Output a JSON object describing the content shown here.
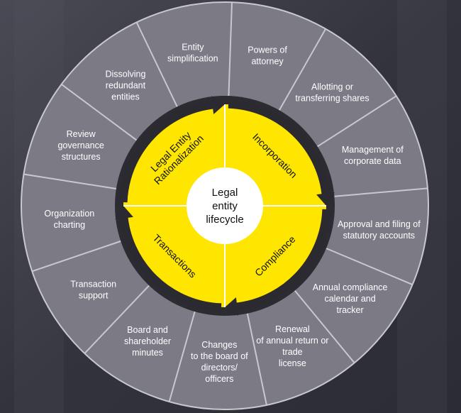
{
  "diagram": {
    "center_label": [
      "Legal",
      "entity",
      "lifecycle"
    ],
    "phases": [
      {
        "label": [
          "Incorporation"
        ]
      },
      {
        "label": [
          "Compliance"
        ]
      },
      {
        "label": [
          "Transactions"
        ]
      },
      {
        "label": [
          "Legal Entity",
          "Rationalization"
        ]
      }
    ],
    "outer_segments": [
      {
        "label": [
          "Powers of",
          "attorney"
        ]
      },
      {
        "label": [
          "Allotting or",
          "transferring shares"
        ]
      },
      {
        "label": [
          "Management of",
          "corporate data"
        ]
      },
      {
        "label": [
          "Approval and filing of",
          "statutory accounts"
        ]
      },
      {
        "label": [
          "Annual compliance",
          "calendar and",
          "tracker"
        ]
      },
      {
        "label": [
          "Renewal",
          "of annual return or",
          "trade",
          "license"
        ]
      },
      {
        "label": [
          "Changes",
          "to the board of",
          "directors/",
          "officers"
        ]
      },
      {
        "label": [
          "Board and",
          "shareholder",
          "minutes"
        ]
      },
      {
        "label": [
          "Transaction",
          "support"
        ]
      },
      {
        "label": [
          "Organization",
          "charting"
        ]
      },
      {
        "label": [
          "Review",
          "governance",
          "structures"
        ]
      },
      {
        "label": [
          "Dissolving",
          "redundant",
          "entities"
        ]
      },
      {
        "label": [
          "Entity",
          "simplification"
        ]
      }
    ],
    "colors": {
      "background": "#3a3a44",
      "outer_ring": "#7b7a85",
      "divider": "#c8c8cf",
      "inner_ring": "#ffe600",
      "arrow_band": "#2a2a30",
      "center": "#ffffff"
    }
  }
}
